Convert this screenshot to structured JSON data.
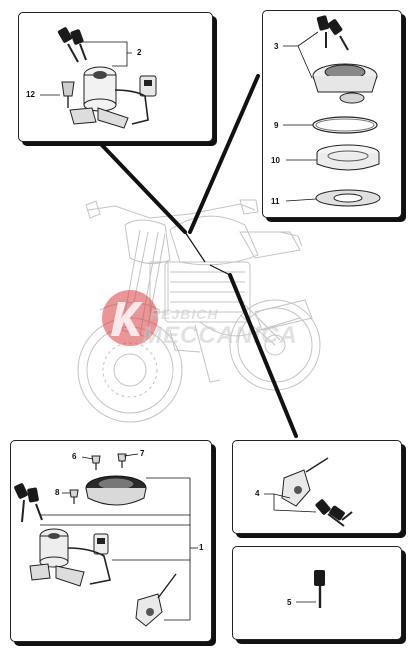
{
  "diagram": {
    "callouts": {
      "c1": "1",
      "c2": "2",
      "c3": "3",
      "c4": "4",
      "c5": "5",
      "c6": "6",
      "c7": "7",
      "c8": "8",
      "c9": "9",
      "c10": "10",
      "c11": "11",
      "c12": "12"
    },
    "watermark": {
      "line1": "REJBICH",
      "line2": "MECCANICA"
    },
    "colors": {
      "frame": "#222222",
      "part_dark": "#1a1a1a",
      "part_mid": "#9a9a9a",
      "motorcycle": "#bdbdbd",
      "watermark_red": "#d94040"
    }
  }
}
